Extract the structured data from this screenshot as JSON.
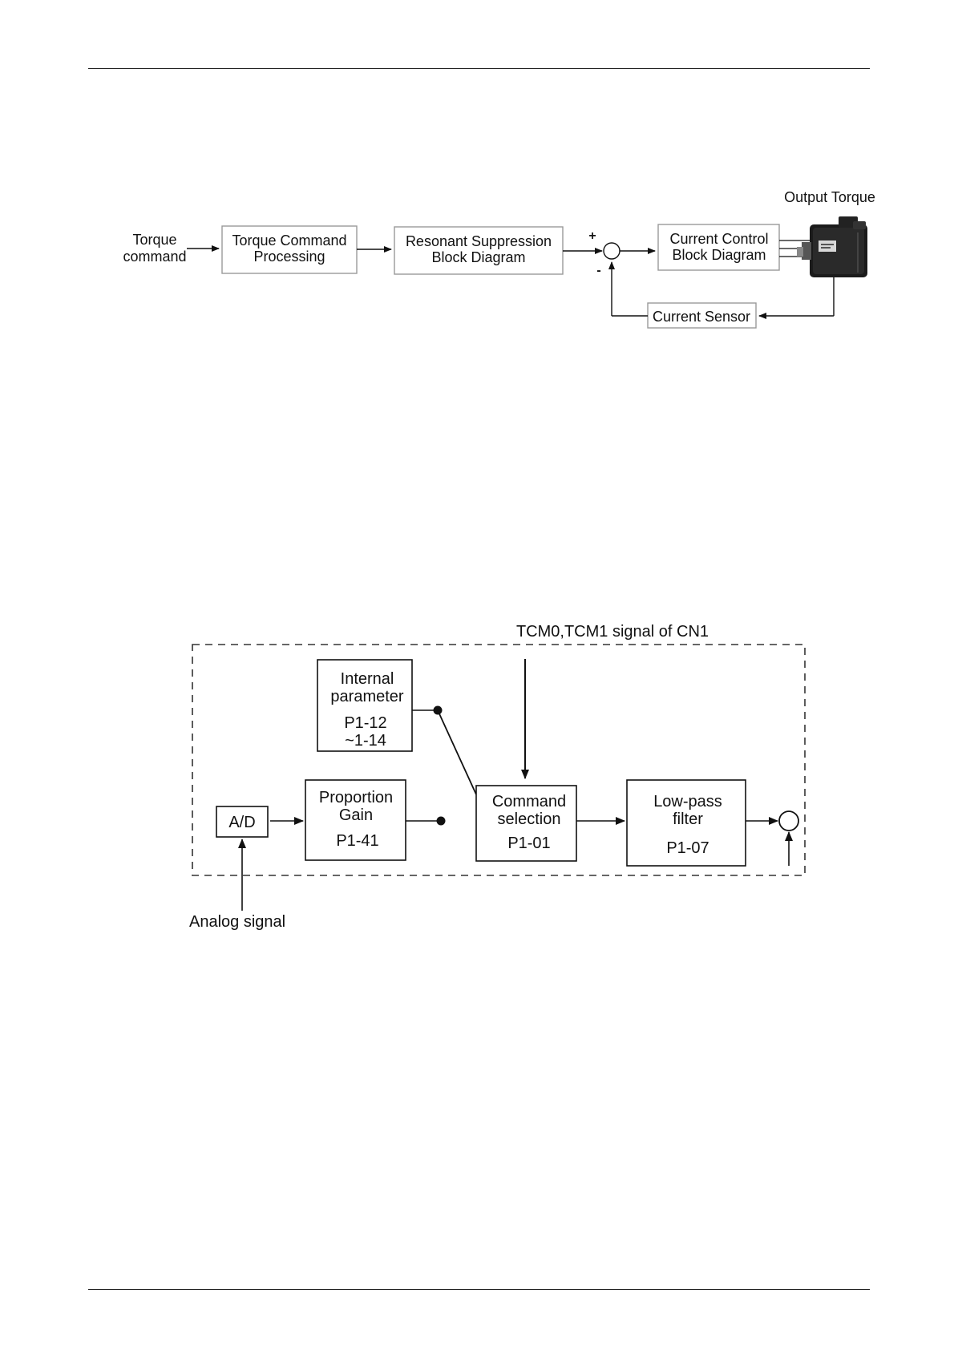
{
  "diagram1": {
    "input_label_line1": "Torque",
    "input_label_line2": "command",
    "block_command_line1": "Torque Command",
    "block_command_line2": "Processing",
    "block_resonant_line1": "Resonant Suppression",
    "block_resonant_line2": "Block Diagram",
    "plus_sign": "+",
    "minus_sign": "-",
    "block_current_line1": "Current Control",
    "block_current_line2": "Block Diagram",
    "output_label": "Output Torque",
    "sensor_label": "Current Sensor"
  },
  "diagram2": {
    "top_signal_label": "TCM0,TCM1 signal of CN1",
    "internal_line1": "Internal",
    "internal_line2": "parameter",
    "internal_line3": "P1-12",
    "internal_line4": "~1-14",
    "ad_label": "A/D",
    "proportion_line1": "Proportion",
    "proportion_line2": "Gain",
    "proportion_line3": "P1-41",
    "command_line1": "Command",
    "command_line2": "selection",
    "command_line3": "P1-01",
    "lowpass_line1": "Low-pass",
    "lowpass_line2": "filter",
    "lowpass_line3": "P1-07",
    "analog_label": "Analog signal"
  }
}
